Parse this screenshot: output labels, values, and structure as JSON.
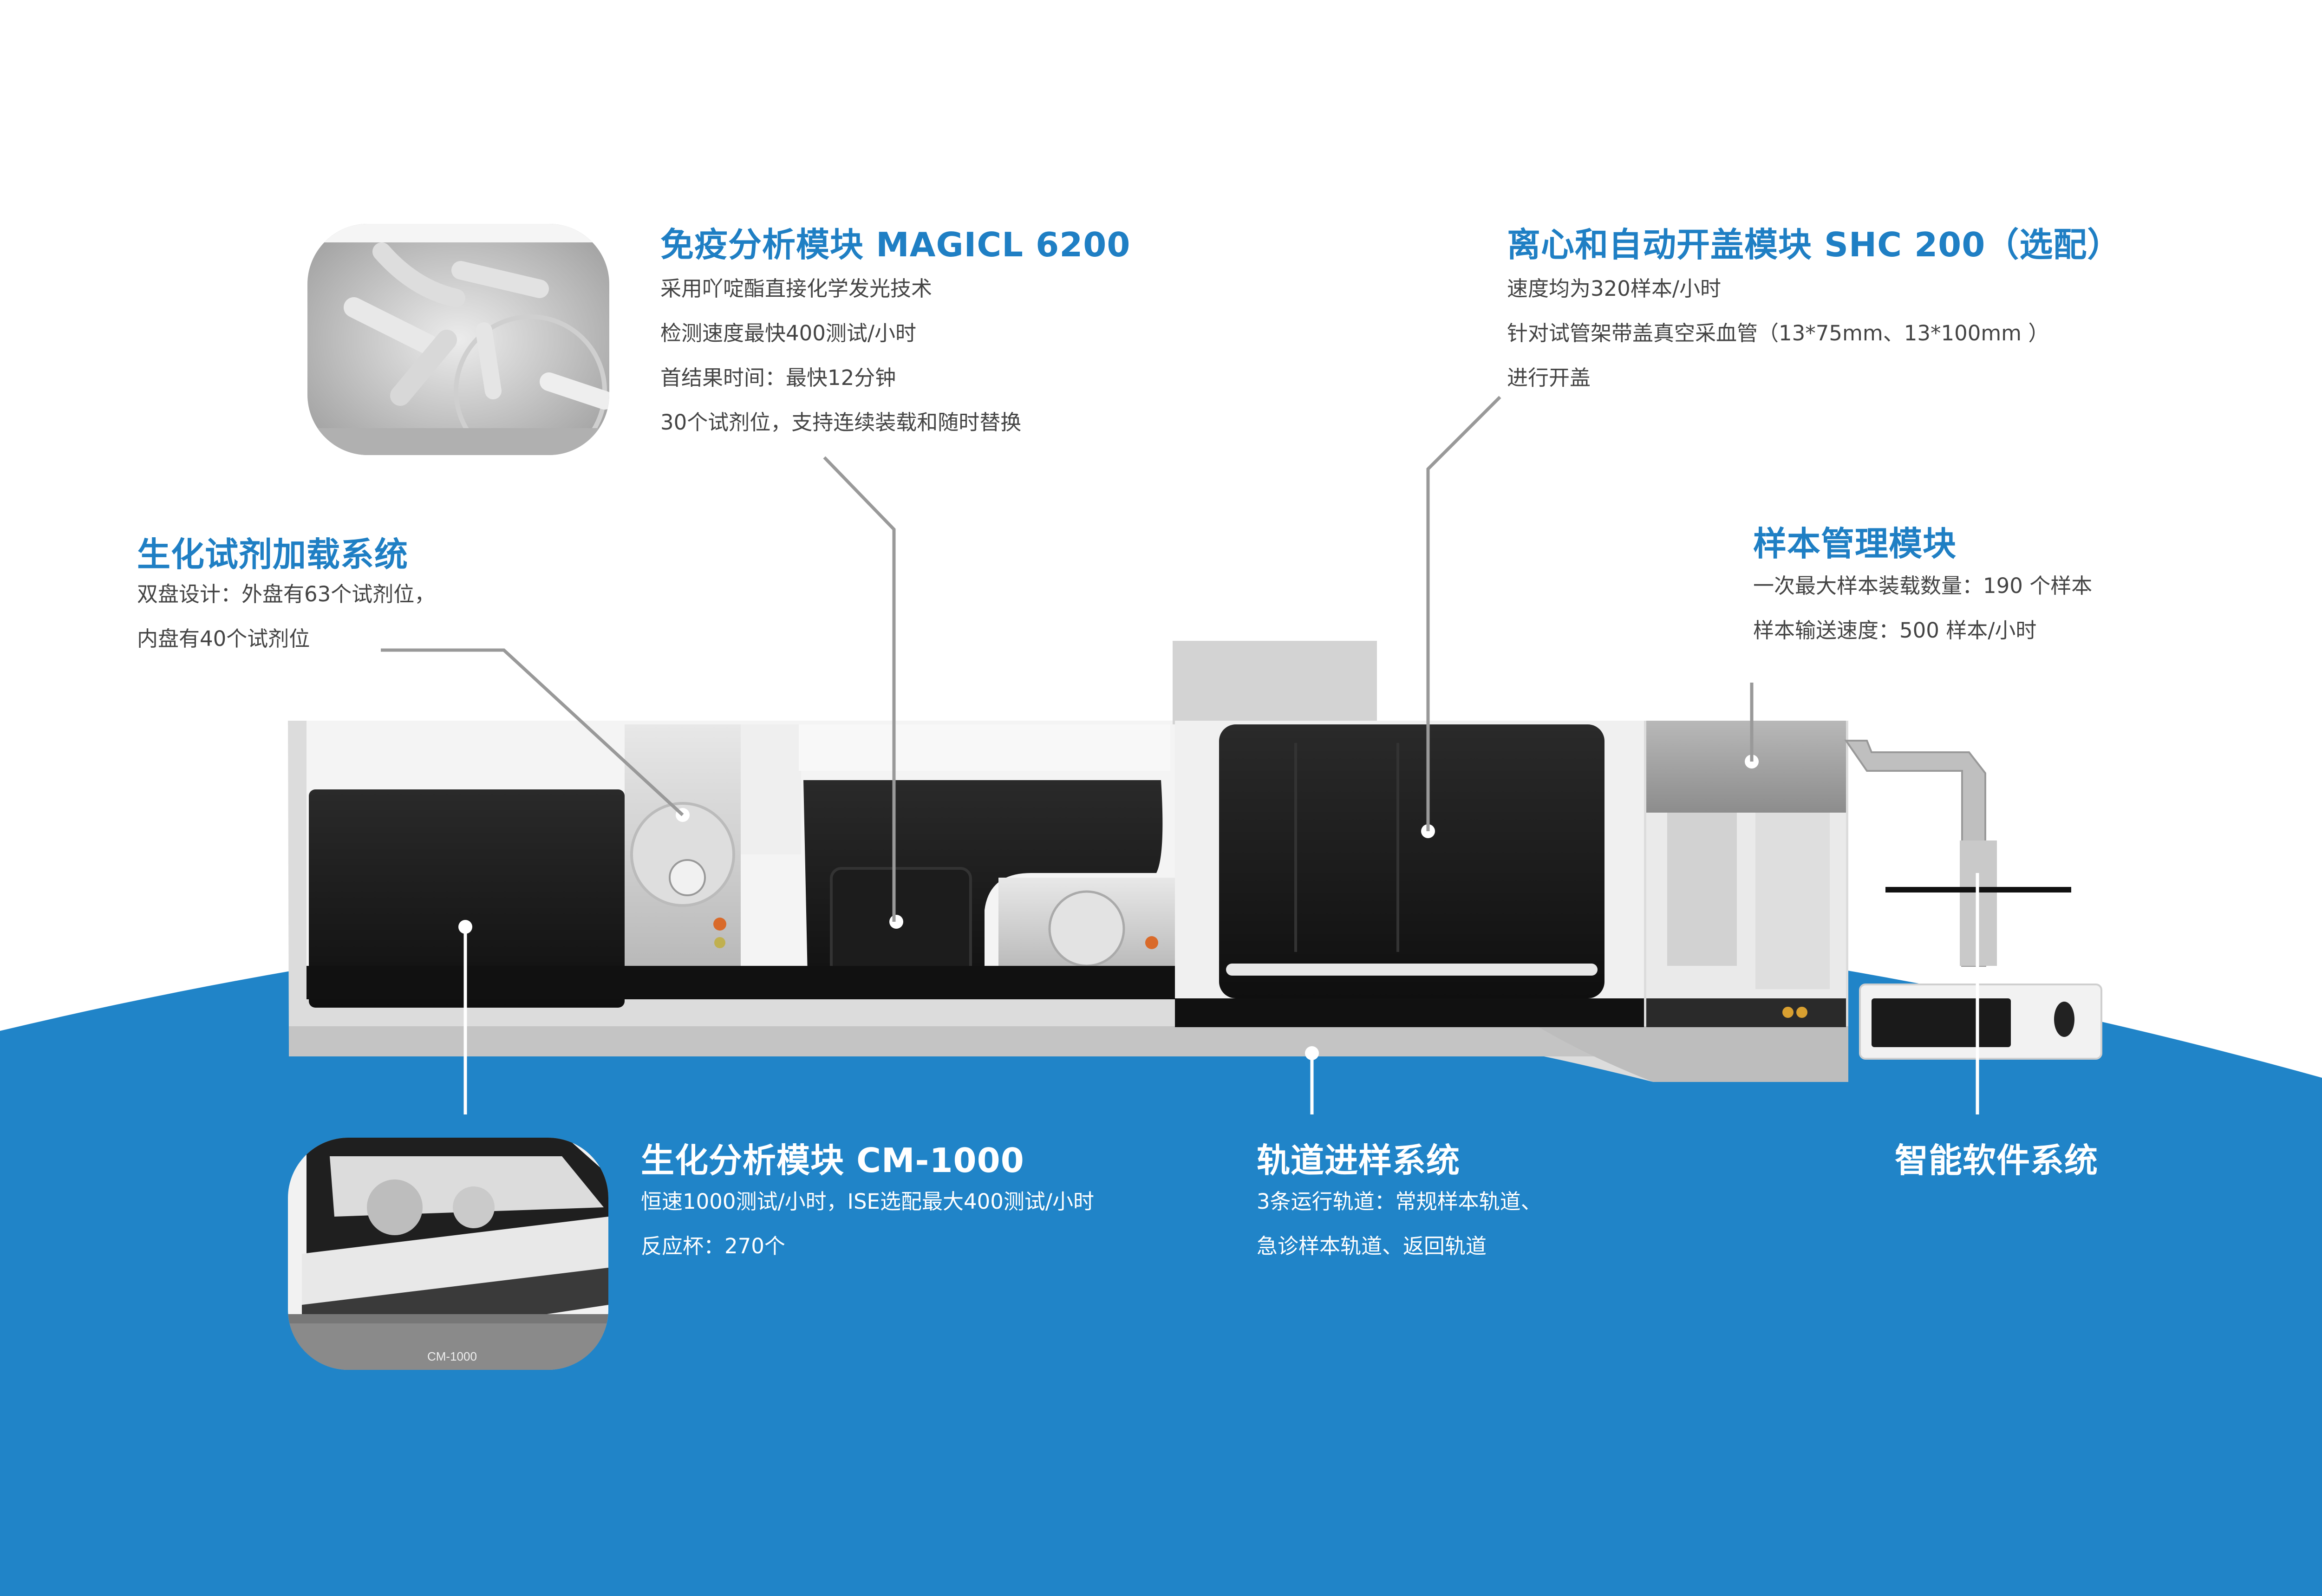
{
  "colors": {
    "brand_blue": "#2084c8",
    "title_blue": "#1f7fc4",
    "leader_gray": "#999999",
    "text_dark": "#444444"
  },
  "modules": {
    "immuno": {
      "title": "免疫分析模块 MAGICL 6200",
      "lines": [
        "采用吖啶酯直接化学发光技术",
        "检测速度最快400测试/小时",
        "首结果时间：最快12分钟",
        "30个试剂位，支持连续装载和随时替换"
      ]
    },
    "centrifuge": {
      "title": "离心和自动开盖模块 SHC 200（选配）",
      "lines": [
        "速度均为320样本/小时",
        "针对试管架带盖真空采血管（13*75mm、13*100mm ）",
        "进行开盖"
      ]
    },
    "reagent": {
      "title": "生化试剂加载系统",
      "lines": [
        "双盘设计：外盘有63个试剂位，",
        "内盘有40个试剂位"
      ]
    },
    "sample": {
      "title": "样本管理模块",
      "lines": [
        "一次最大样本装载数量：190 个样本",
        "样本输送速度：500 样本/小时"
      ]
    },
    "biochem": {
      "title": "生化分析模块 CM-1000",
      "lines": [
        "恒速1000测试/小时，ISE选配最大400测试/小时",
        "反应杯：270个"
      ]
    },
    "track": {
      "title": "轨道进样系统",
      "lines": [
        "3条运行轨道：常规样本轨道、",
        "急诊样本轨道、返回轨道"
      ]
    },
    "software": {
      "title": "智能软件系统"
    }
  },
  "thumbnail_label": "CM-1000"
}
